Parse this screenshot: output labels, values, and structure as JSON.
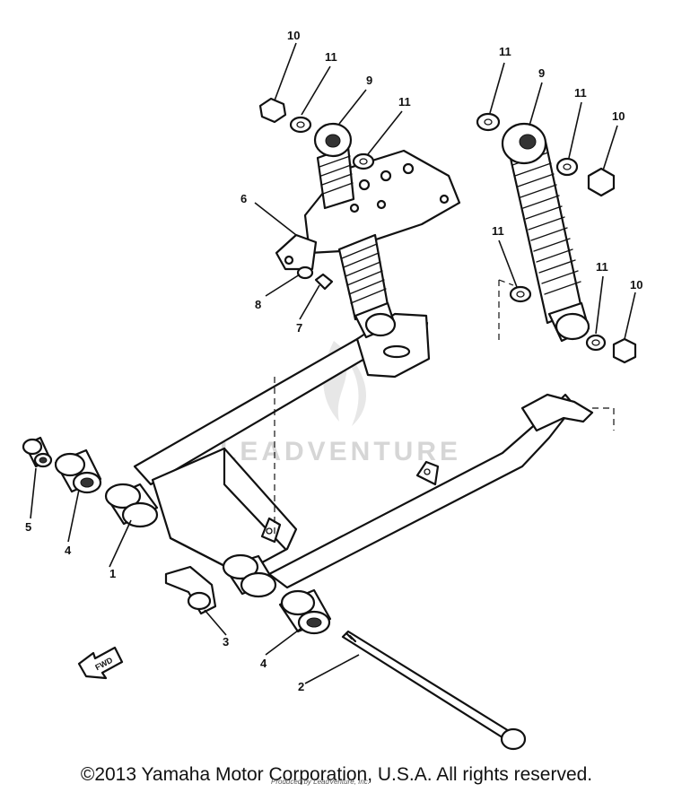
{
  "callouts": {
    "n1": "1",
    "n2": "2",
    "n3": "3",
    "n4a": "4",
    "n4b": "4",
    "n5": "5",
    "n6": "6",
    "n7": "7",
    "n8": "8",
    "n9a": "9",
    "n9b": "9",
    "n10a": "10",
    "n10b": "10",
    "n10c": "10",
    "n11a": "11",
    "n11b": "11",
    "n11c": "11",
    "n11d": "11",
    "n11e": "11"
  },
  "fwd_label": "FWD",
  "watermark": "LEADVENTURE",
  "copyright": "©2013 Yamaha Motor Corporation, U.S.A. All rights reserved.",
  "small_credit": "Produced by LeadVenture, Inc."
}
